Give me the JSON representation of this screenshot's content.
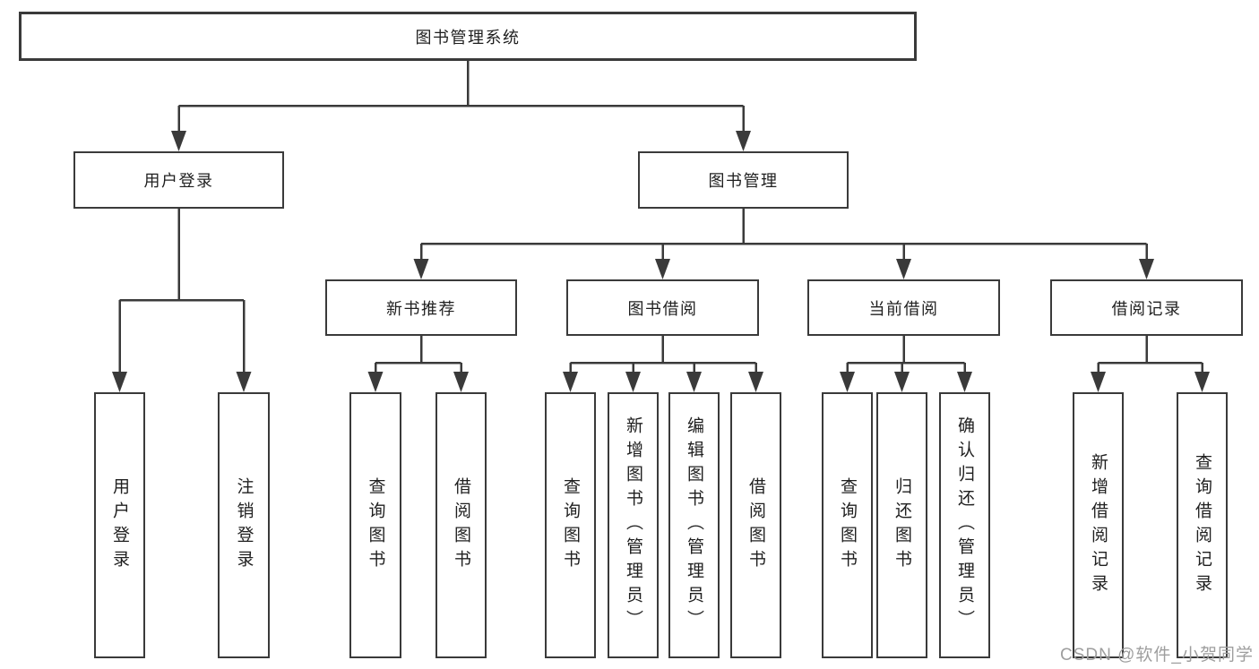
{
  "diagram": {
    "title": "图书管理系统",
    "watermark": "CSDN @软件_小贺同学",
    "colors": {
      "line": "#3a3a3a",
      "box_border": "#3a3a3a",
      "box_background": "#ffffff",
      "text": "#1f1f1f",
      "watermark": "#9e9e9e",
      "background": "#ffffff"
    },
    "nodes": [
      {
        "id": "root",
        "label": "图书管理系统",
        "level": 1,
        "text_direction": "horizontal"
      },
      {
        "id": "login-section",
        "label": "用户登录",
        "level": 2,
        "text_direction": "horizontal"
      },
      {
        "id": "book-management",
        "label": "图书管理",
        "level": 2,
        "text_direction": "horizontal"
      },
      {
        "id": "new-book-recommend",
        "label": "新书推荐",
        "level": 3,
        "text_direction": "horizontal"
      },
      {
        "id": "book-borrowing",
        "label": "图书借阅",
        "level": 3,
        "text_direction": "horizontal"
      },
      {
        "id": "current-borrowing",
        "label": "当前借阅",
        "level": 3,
        "text_direction": "horizontal"
      },
      {
        "id": "borrowing-records",
        "label": "借阅记录",
        "level": 3,
        "text_direction": "horizontal"
      },
      {
        "id": "user-login",
        "label": "用户登录",
        "level": 4,
        "text_direction": "vertical"
      },
      {
        "id": "logout",
        "label": "注销登录",
        "level": 4,
        "text_direction": "vertical"
      },
      {
        "id": "recommend-query-books",
        "label": "查询图书",
        "level": 4,
        "text_direction": "vertical"
      },
      {
        "id": "recommend-borrow-books",
        "label": "借阅图书",
        "level": 4,
        "text_direction": "vertical"
      },
      {
        "id": "borrowing-query-books",
        "label": "查询图书",
        "level": 4,
        "text_direction": "vertical"
      },
      {
        "id": "borrowing-add-books",
        "label": "新增图书（管理员）",
        "level": 4,
        "text_direction": "vertical"
      },
      {
        "id": "borrowing-edit-books",
        "label": "编辑图书（管理员）",
        "level": 4,
        "text_direction": "vertical"
      },
      {
        "id": "borrowing-borrow-books",
        "label": "借阅图书",
        "level": 4,
        "text_direction": "vertical"
      },
      {
        "id": "current-query-books",
        "label": "查询图书",
        "level": 4,
        "text_direction": "vertical"
      },
      {
        "id": "current-return-books",
        "label": "归还图书",
        "level": 4,
        "text_direction": "vertical"
      },
      {
        "id": "current-confirm-return",
        "label": "确认归还（管理员）",
        "level": 4,
        "text_direction": "vertical"
      },
      {
        "id": "records-add-record",
        "label": "新增借阅记录",
        "level": 4,
        "text_direction": "vertical"
      },
      {
        "id": "records-query-record",
        "label": "查询借阅记录",
        "level": 4,
        "text_direction": "vertical"
      }
    ]
  }
}
